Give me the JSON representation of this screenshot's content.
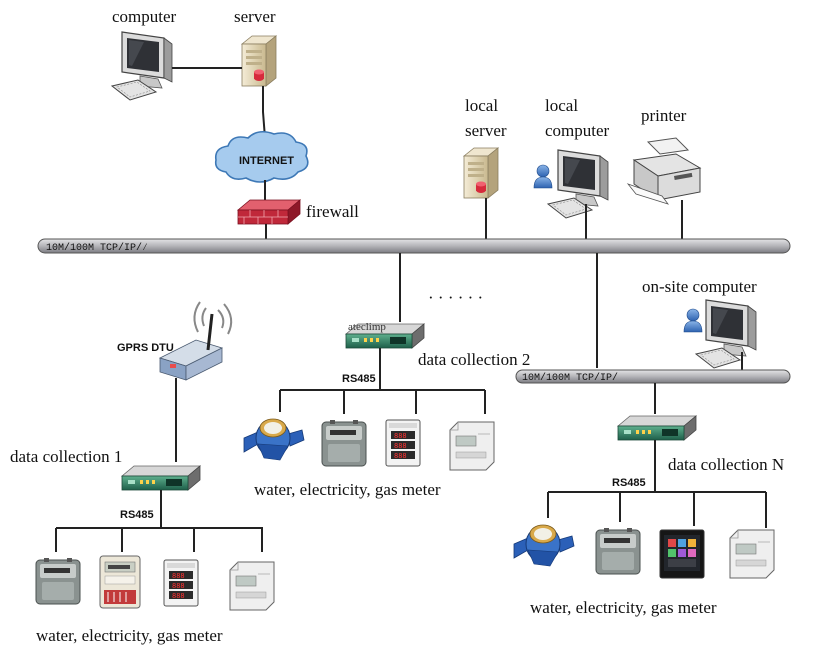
{
  "labels": {
    "computer": "computer",
    "server": "server",
    "internet": "INTERNET",
    "firewall": "firewall",
    "local_server_1": "local",
    "local_server_2": "server",
    "local_computer_1": "local",
    "local_computer_2": "computer",
    "printer": "printer",
    "bus_main": "10M/100M TCP/IP/⁄",
    "bus_sub": "10M/100M TCP/IP/",
    "on_site_computer": "on-site computer",
    "ellipsis": "· · · · · ·",
    "gprs_dtu": "GPRS DTU",
    "data_collection_1": "data collection 1",
    "data_collection_2": "data collection 2",
    "data_collection_n": "data collection N",
    "rs485_1": "RS485",
    "rs485_2": "RS485",
    "rs485_n": "RS485",
    "meters_1": "water, electricity, gas meter",
    "meters_2": "water, electricity, gas meter",
    "meters_n": "water, electricity, gas meter",
    "device_logo": "ateclimp"
  },
  "colors": {
    "bus": "#b8b8bc",
    "collector": "#2f7f66",
    "firewall": "#c0283a",
    "cloud": "#9fc6ea",
    "server": "#e8dcc0",
    "water_meter": "#2b60b8"
  },
  "icons": [
    "computer-icon",
    "server-icon",
    "internet-cloud-icon",
    "firewall-icon",
    "printer-icon",
    "user-icon",
    "gprs-dtu-icon",
    "data-collector-icon",
    "water-meter-icon",
    "gas-meter-icon",
    "electricity-meter-icon",
    "power-meter-icon"
  ]
}
